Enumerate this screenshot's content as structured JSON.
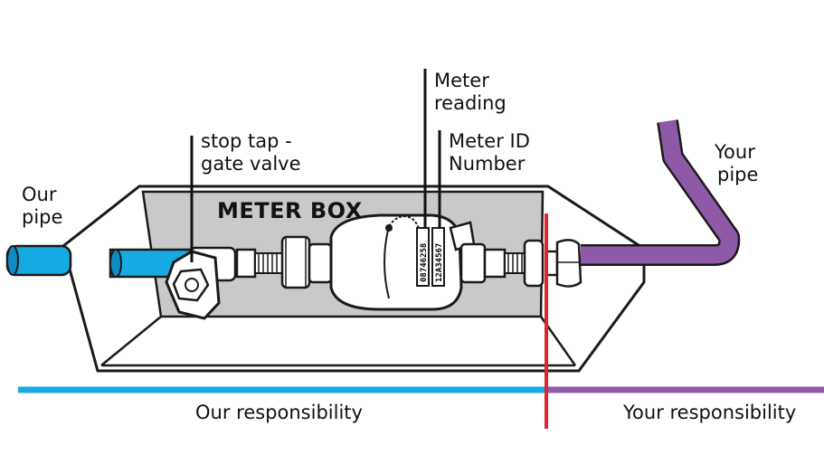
{
  "labels": {
    "our_pipe": [
      "Our",
      "pipe"
    ],
    "your_pipe": [
      "Your",
      "pipe"
    ],
    "stop_tap": [
      "stop tap -",
      "gate valve"
    ],
    "meter_reading": [
      "Meter",
      "reading"
    ],
    "meter_id": [
      "Meter ID",
      "Number"
    ],
    "meter_box": "METER BOX",
    "our_responsibility": "Our responsibility",
    "your_responsibility": "Your responsibility"
  },
  "meter": {
    "reading_digits": "08746258",
    "id_number": "12A34567"
  },
  "colors": {
    "our_pipe": "#17a9e1",
    "your_pipe": "#8e5aa8",
    "boundary": "#e0242f",
    "box_fill": "#c9c9cb",
    "outline": "#1a1a1a"
  }
}
